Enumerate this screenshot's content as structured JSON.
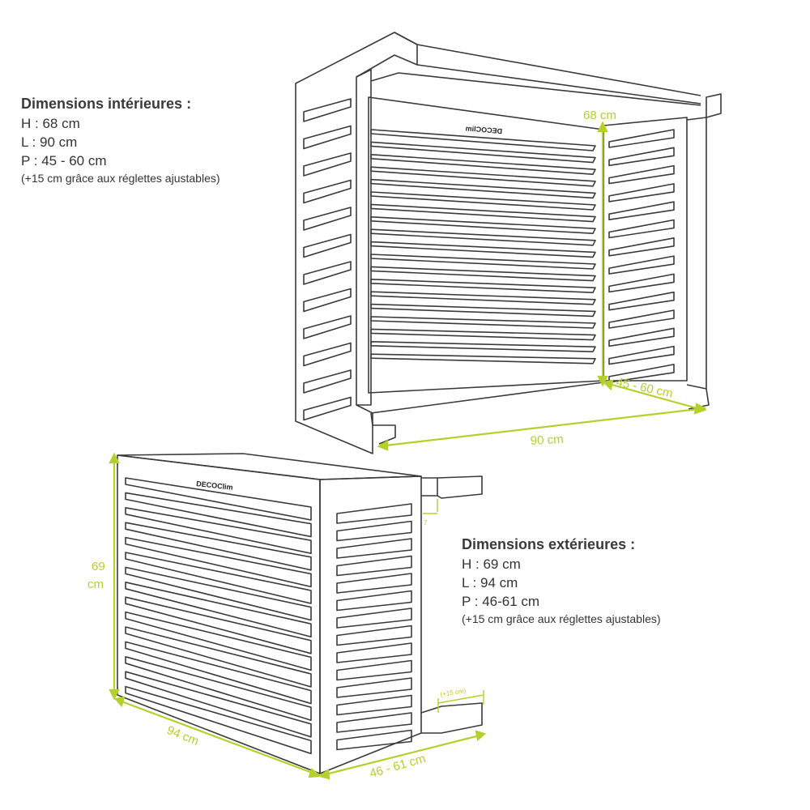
{
  "interior": {
    "title": "Dimensions intérieures :",
    "height": "H : 68 cm",
    "length": "L : 90 cm",
    "depth": "P : 45 - 60 cm",
    "note": "(+15 cm grâce aux réglettes ajustables)"
  },
  "exterior": {
    "title": "Dimensions extérieures :",
    "height": "H : 69 cm",
    "length": "L : 94 cm",
    "depth": "P : 46-61 cm",
    "note": "(+15 cm grâce aux réglettes ajustables)"
  },
  "brand": "DECOClim",
  "brand_mirrored": "DECOClim",
  "labels": {
    "int_height": "68 cm",
    "int_depth": "45 - 60 cm",
    "int_length": "90 cm",
    "ext_height_1": "69",
    "ext_height_2": "cm",
    "ext_length": "94 cm",
    "ext_depth": "46 - 61 cm",
    "ext_extension": "(+15 cm)",
    "ext_gap": "7"
  },
  "colors": {
    "accent": "#b5cf2c",
    "line": "#3a3a3a"
  }
}
